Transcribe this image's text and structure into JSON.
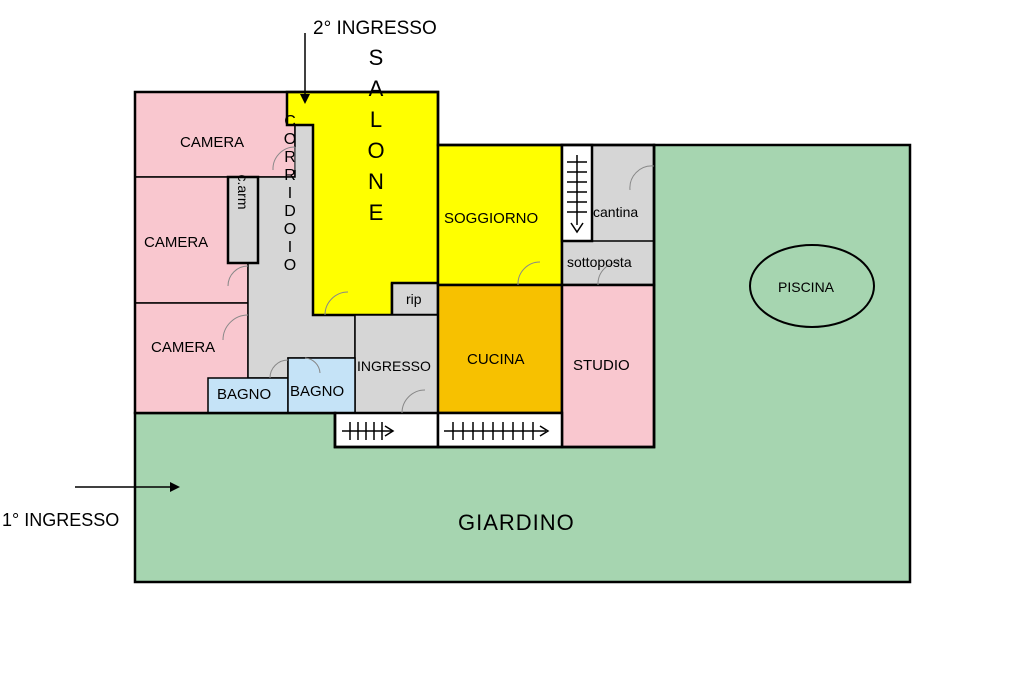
{
  "entrances": {
    "second": "2° INGRESSO",
    "first": "1° INGRESSO"
  },
  "rooms": {
    "camera_1": "CAMERA",
    "camera_2": "CAMERA",
    "camera_3": "CAMERA",
    "closet": "c.arm",
    "corridor": "CORRIDOIO",
    "salone": "SALONE",
    "soggiorno": "SOGGIORNO",
    "cantina": "cantina",
    "sottoposta": "sottoposta",
    "rip": "rip",
    "ingresso": "INGRESSO",
    "cucina": "CUCINA",
    "studio": "STUDIO",
    "bagno_1": "BAGNO",
    "bagno_2": "BAGNO",
    "piscina": "PISCINA",
    "giardino": "GIARDINO"
  },
  "colors": {
    "garden": "#a6d5b0",
    "bedroom": "#f9c7cf",
    "corridor": "#d6d6d6",
    "salone": "#ffff00",
    "soggiorno": "#ffff00",
    "cucina": "#f7c100",
    "bathroom": "#c5e3f7",
    "studio": "#f9c7cf",
    "service": "#d6d6d6"
  }
}
